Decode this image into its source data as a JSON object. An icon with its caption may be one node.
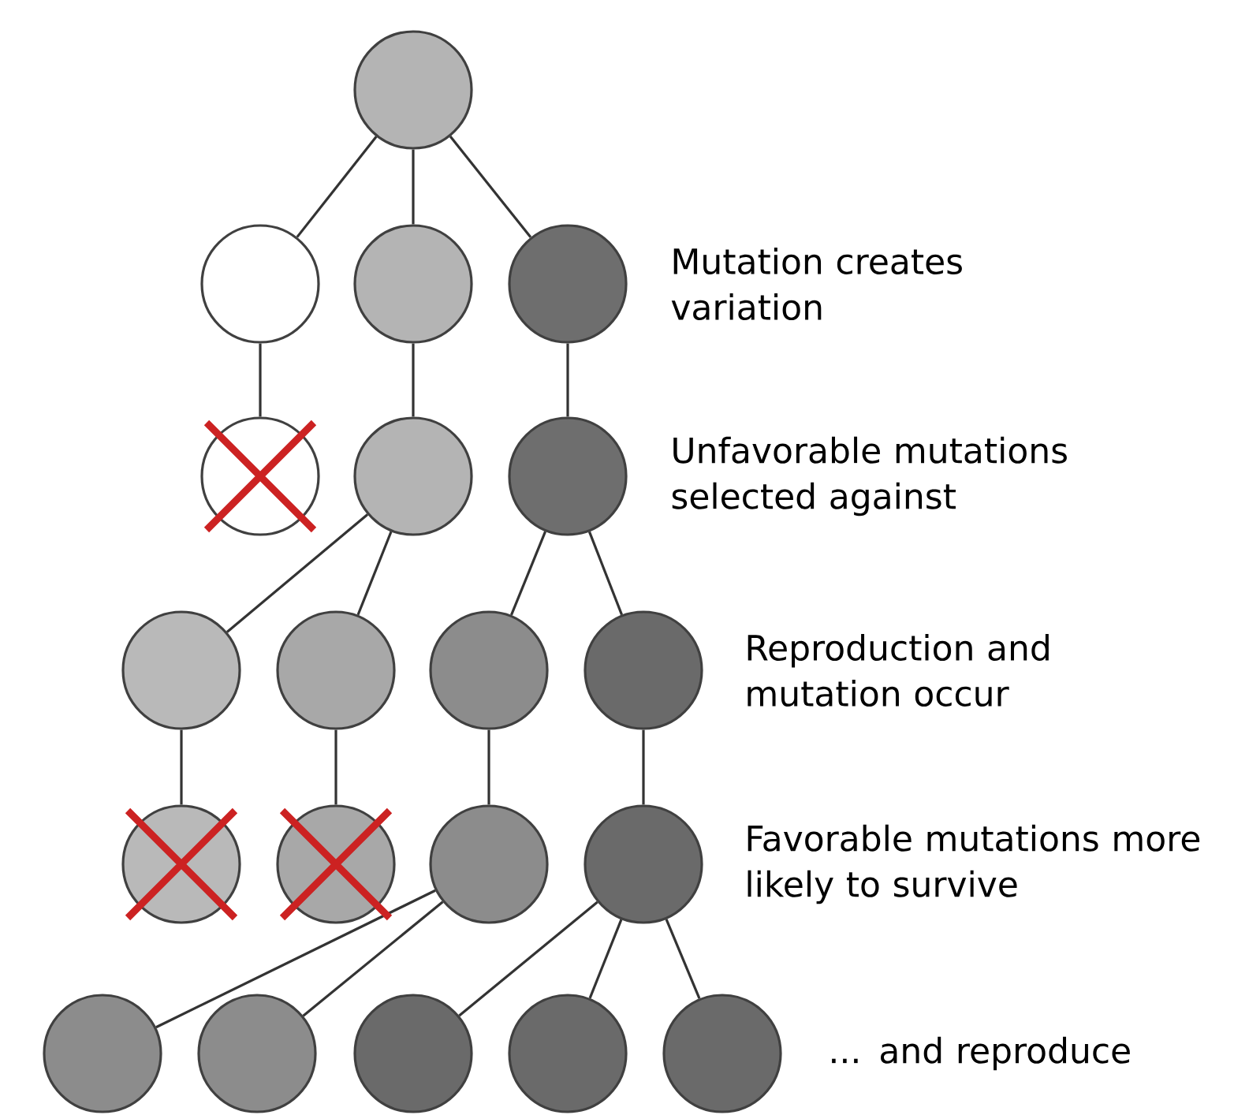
{
  "diagram": {
    "nodes": [
      {
        "text": [],
        "shape": "circle"
      },
      {
        "text": [],
        "shape": "circle"
      },
      {
        "text": [],
        "shape": "circle"
      },
      {
        "text": [],
        "shape": "circle"
      },
      {
        "text": [],
        "shape": "circle"
      },
      {
        "text": [],
        "shape": "circle"
      },
      {
        "text": [],
        "shape": "circle"
      },
      {
        "text": [],
        "shape": "circle"
      },
      {
        "text": [],
        "shape": "circle"
      },
      {
        "text": [],
        "shape": "circle"
      },
      {
        "text": [],
        "shape": "circle"
      },
      {
        "text": [],
        "shape": "circle"
      },
      {
        "text": [],
        "shape": "circle"
      },
      {
        "text": [],
        "shape": "circle"
      },
      {
        "text": [],
        "shape": "circle"
      },
      {
        "text": [],
        "shape": "circle"
      },
      {
        "text": [],
        "shape": "circle"
      },
      {
        "text": [],
        "shape": "circle"
      },
      {
        "text": [],
        "shape": "circle"
      },
      {
        "text": [],
        "shape": "circle"
      }
    ],
    "edges": [
      {
        "from": 0,
        "to": 1,
        "arrow": "none"
      },
      {
        "from": 0,
        "to": 2,
        "arrow": "none"
      },
      {
        "from": 0,
        "to": 3,
        "arrow": "none"
      },
      {
        "from": 1,
        "to": 4,
        "arrow": "none"
      },
      {
        "from": 2,
        "to": 5,
        "arrow": "none"
      },
      {
        "from": 3,
        "to": 6,
        "arrow": "none"
      },
      {
        "from": 5,
        "to": 7,
        "arrow": "none"
      },
      {
        "from": 5,
        "to": 8,
        "arrow": "none"
      },
      {
        "from": 6,
        "to": 9,
        "arrow": "none"
      },
      {
        "from": 6,
        "to": 10,
        "arrow": "none"
      },
      {
        "from": 7,
        "to": 11,
        "arrow": "none"
      },
      {
        "from": 8,
        "to": 12,
        "arrow": "none"
      },
      {
        "from": 9,
        "to": 13,
        "arrow": "none"
      },
      {
        "from": 10,
        "to": 14,
        "arrow": "none"
      },
      {
        "from": 13,
        "to": 15,
        "arrow": "none"
      },
      {
        "from": 13,
        "to": 16,
        "arrow": "none"
      },
      {
        "from": 14,
        "to": 17,
        "arrow": "none"
      },
      {
        "from": 14,
        "to": 18,
        "arrow": "none"
      },
      {
        "from": 14,
        "to": 19,
        "arrow": "none"
      }
    ],
    "labels": [
      "Mutation creates variation",
      "Unfavorable mutations selected against",
      "Reproduction and mutation occur",
      "Favorable mutations more likely to survive",
      "... and reproduce"
    ]
  }
}
